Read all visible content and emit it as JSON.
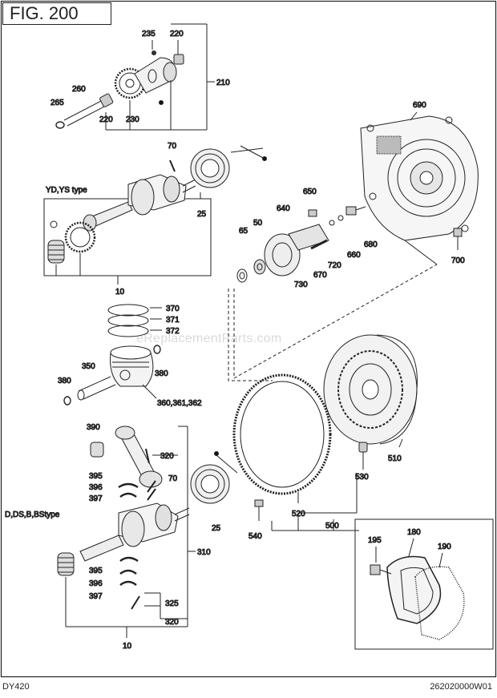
{
  "figure": {
    "title": "FIG. 200"
  },
  "footer": {
    "model": "DY420",
    "code": "262020000W01"
  },
  "watermark": "eReplacementParts.com",
  "callouts": {
    "c235": "235",
    "c220a": "220",
    "c210": "210",
    "c260": "260",
    "c265": "265",
    "c220b": "220",
    "c230": "230",
    "c70a": "70",
    "c25a": "25",
    "yd_type": "YD,YS type",
    "c10a": "10",
    "c650": "650",
    "c50": "50",
    "c640": "640",
    "c65": "65",
    "c690": "690",
    "c680": "680",
    "c660": "660",
    "c720": "720",
    "c670": "670",
    "c730": "730",
    "c700": "700",
    "c370": "370",
    "c371": "371",
    "c372": "372",
    "c350": "350",
    "c380a": "380",
    "c380b": "380",
    "c360": "360,361,362",
    "c390": "390",
    "c320a": "320",
    "c395a": "395",
    "c396a": "396",
    "c397a": "397",
    "c70b": "70",
    "c25b": "25",
    "d_type": "D,DS,B,BStype",
    "c310": "310",
    "c395b": "395",
    "c396b": "396",
    "c397b": "397",
    "c325": "325",
    "c320b": "320",
    "c10b": "10",
    "c530": "530",
    "c510": "510",
    "c520": "520",
    "c540": "540",
    "c500": "500",
    "c195": "195",
    "c180": "180",
    "c190": "190"
  }
}
